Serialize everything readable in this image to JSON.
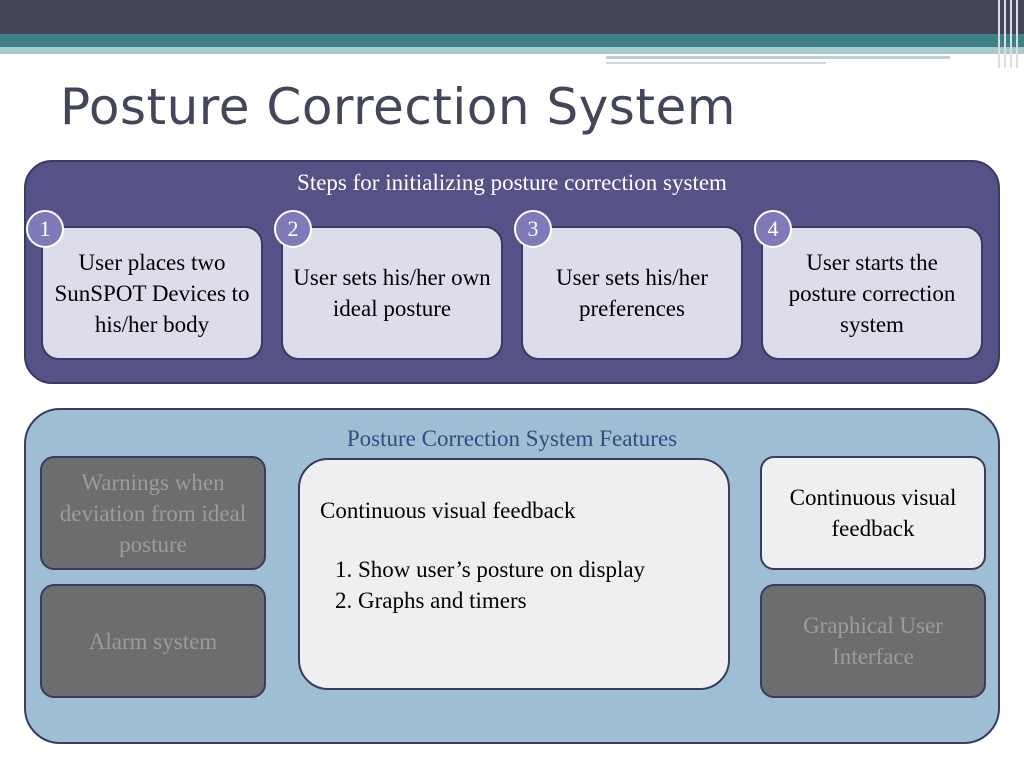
{
  "slide": {
    "title": "Posture Correction System"
  },
  "steps": {
    "heading": "Steps for initializing posture correction system",
    "items": [
      {
        "number": "1",
        "text": "User places two SunSPOT Devices to his/her body"
      },
      {
        "number": "2",
        "text": "User sets his/her own ideal posture"
      },
      {
        "number": "3",
        "text": "User sets his/her preferences"
      },
      {
        "number": "4",
        "text": "User starts the posture correction system"
      }
    ]
  },
  "features": {
    "heading": "Posture Correction System Features",
    "warnings": "Warnings when deviation from ideal posture",
    "alarm": "Alarm system",
    "main": {
      "title": "Continuous visual feedback",
      "list": [
        "Show user’s posture on display",
        "Graphs and timers"
      ]
    },
    "visual_feedback": "Continuous visual feedback",
    "gui": "Graphical User Interface"
  },
  "colors": {
    "steps_panel": "#545287",
    "step_card": "#dcdcea",
    "features_panel": "#9ebfd3",
    "feature_dark": "#6d6d6d",
    "feature_light": "#efefef",
    "title_text": "#434659"
  }
}
